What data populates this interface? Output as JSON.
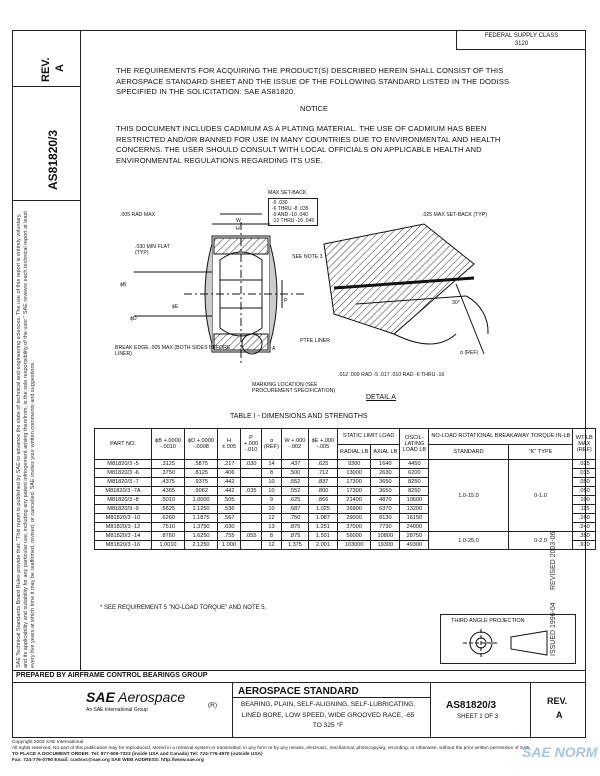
{
  "header": {
    "rev_label": "REV.",
    "rev_value": "A",
    "doc_number": "AS81820/3",
    "federal_class_line1": "FEDERAL SUPPLY CLASS",
    "federal_class_line2": "3120"
  },
  "left_notice": "SAE Technical Standards Board Rules provide that: \"This report is published by SAE to advance the state of technical and engineering sciences. The use of this report is entirely voluntary, and its applicability and suitability for any particular use, including any patent infringement arising therefrom, is the sole responsibility of the user.\" SAE reviews each technical report at least every five years at which time it may be reaffirmed, revised, or cancelled. SAE invites your written comments and suggestions.",
  "body": {
    "para1": "THE REQUIREMENTS FOR ACQUIRING THE PRODUCT(S) DESCRIBED HEREIN SHALL CONSIST OF THIS AEROSPACE STANDARD SHEET AND THE ISSUE OF THE FOLLOWING STANDARD LISTED IN THE DODISS SPECIFIED IN THE SOLICITATION: SAE AS81820.",
    "notice_title": "NOTICE",
    "para2": "THIS DOCUMENT INCLUDES CADMIUM AS A PLATING MATERIAL. THE USE OF CADMIUM HAS BEEN RESTRICTED AND/OR BANNED FOR USE IN MANY COUNTRIES DUE TO ENVIRONMENTAL AND HEALTH CONCERNS. THE USER SHOULD CONSULT WITH LOCAL OFFICIALS ON APPLICABLE HEALTH AND ENVIRONMENTAL REGULATIONS REGARDING ITS USE."
  },
  "drawing": {
    "max_setback": "MAX SET-BACK",
    "setback_rows": [
      "-5 .030",
      "-6 THRU -8 .035",
      "-9 AND -10 .040",
      "-12 THRU -16 .045"
    ],
    "rad_max": ".005 RAD MAX",
    "min_flat": ".030 MIN FLAT (TYP)",
    "see_note": "SEE NOTE 3",
    "rad_max_typ": ".025 MAX SET-BACK (TYP)",
    "break_edge": "BREAK EDGE .005 MAX (BOTH SIDES BEFORE LINER)",
    "marking": "MARKING LOCATION (SEE PROCUREMENT SPECIFICATION)",
    "liner": "PTFE LINER",
    "detail_a": "DETAIL A",
    "rad_note": ".012 .009 RAD -5 .017 .010 RAD -6 THRU -16",
    "angle": "30°",
    "alpha": "α (REF)",
    "dim_b": "ϕB",
    "dim_e": "ϕE",
    "dim_d": "ϕD",
    "dim_w": "W",
    "dim_h": "H",
    "dim_p": "P",
    "dim_a": "A"
  },
  "table": {
    "title": "TABLE I - DIMENSIONS AND STRENGTHS",
    "headers": {
      "part_no": "PART NO.",
      "b": "ϕB +.0000 -.0010",
      "d": "ϕD +.0000 -.0008",
      "h": "H ±.005",
      "p": "P +.000 -.010",
      "alpha": "α (REF)",
      "w": "W +.000 -.002",
      "e": "ϕE +.000 -.005",
      "static": "STATIC LIMIT LOAD",
      "radial": "RADIAL LB",
      "axial": "AXIAL LB",
      "osc": "OSCIL-LATING LOAD LB",
      "noload": "NO-LOAD ROTATIONAL BREAKAWAY TORQUE IN-LB",
      "standard": "STANDARD",
      "ktype": "\"K\" TYPE",
      "wt": "WT LB MAX (REF)"
    },
    "rows": [
      [
        "M81820/3 -5",
        ".3125",
        ".5875",
        ".217",
        ".030",
        "14",
        ".437",
        ".625",
        "9300",
        "1640",
        "4450",
        ".025"
      ],
      [
        "M81820/3 -6",
        ".3750",
        ".8125",
        ".406",
        "",
        "8",
        ".500",
        ".712",
        "13000",
        "2630",
        "6200",
        ".035"
      ],
      [
        "M81820/3 -7",
        ".4375",
        ".9375",
        ".442",
        "",
        "10",
        ".552",
        ".837",
        "17300",
        "3650",
        "8250",
        ".050"
      ],
      [
        "M81820/3 -7A",
        ".4365",
        ".9062",
        ".442",
        ".035",
        "10",
        ".552",
        ".800",
        "17300",
        "3650",
        "8250",
        ".050"
      ],
      [
        "M81820/3 -8",
        ".5010",
        "1.0000",
        ".505",
        "",
        "9",
        ".625",
        ".866",
        "21400",
        "4870",
        "10600",
        ".100"
      ],
      [
        "M81820/3 -9",
        ".5625",
        "1.1250",
        ".536",
        "",
        "10",
        ".687",
        "1.025",
        "26900",
        "6370",
        "13200",
        ".115"
      ],
      [
        "M81820/3 -10",
        ".6260",
        "1.1875",
        ".567",
        "",
        "12",
        ".750",
        "1.087",
        "29000",
        "8130",
        "16150",
        ".160"
      ],
      [
        "M81820/3 -12",
        ".7510",
        "1.3750",
        ".630",
        "",
        "13",
        ".875",
        "1.251",
        "37000",
        "7730",
        "24000",
        ".240"
      ],
      [
        "M81820/3 -14",
        ".8760",
        "1.6250",
        ".755",
        ".055",
        "8",
        ".875",
        "1.501",
        "56000",
        "10800",
        "28750",
        ".350"
      ],
      [
        "M81820/3 -16",
        "1.0010",
        "2.1250",
        "1.000",
        "",
        "12",
        "1.375",
        "2.001",
        "103000",
        "19300",
        "49300",
        ".970"
      ]
    ],
    "torque_group1_standard": "1.0-15.0",
    "torque_group1_k": "0-1.0",
    "torque_group2_standard": "1.0-25.0",
    "torque_group2_k": "0-2.0",
    "footnote": "* SEE REQUIREMENT 5 \"NO-LOAD TORQUE\" AND NOTE 5."
  },
  "projection": {
    "label": "THIRD ANGLE PROJECTION"
  },
  "side_dates": {
    "issued": "ISSUED 1996-04",
    "revised": "REVISED 2003-06"
  },
  "footer": {
    "prepared_by": "PREPARED BY AIRFRAME CONTROL BEARINGS GROUP",
    "logo_main": "SAE",
    "logo_word": "Aerospace",
    "logo_sub": "An SAE International Group",
    "title": "AEROSPACE STANDARD",
    "r_mark": "(R)",
    "description": "BEARING, PLAIN, SELF-ALIGNING, SELF-LUBRICATING, LINED BORE, LOW SPEED, WIDE GROOVED RACE, -65 TO 325 °F",
    "doc_number": "AS81820/3",
    "sheet": "SHEET 1 OF 3",
    "rev_label": "REV.",
    "rev_value": "A"
  },
  "bottom_text": {
    "copyright": "Copyright 2003 SAE International",
    "rights": "All rights reserved. No part of this publication may be reproduced, stored in a retrieval system or transmitted, in any form or by any means, electronic, mechanical, photocopying, recording, or otherwise, without the prior written permission of SAE.",
    "order": "TO PLACE A DOCUMENT ORDER:",
    "tel": "Tel: 877-606-7323 (inside USA and Canada)",
    "tel2": "Tel: 724-776-4970 (outside USA)",
    "fax": "Fax: 724-776-0790",
    "email": "Email: custsvc@sae.org",
    "web": "SAE WEB ADDRESS: http://www.sae.org"
  },
  "watermark": {
    "text": "SAE NORM"
  }
}
